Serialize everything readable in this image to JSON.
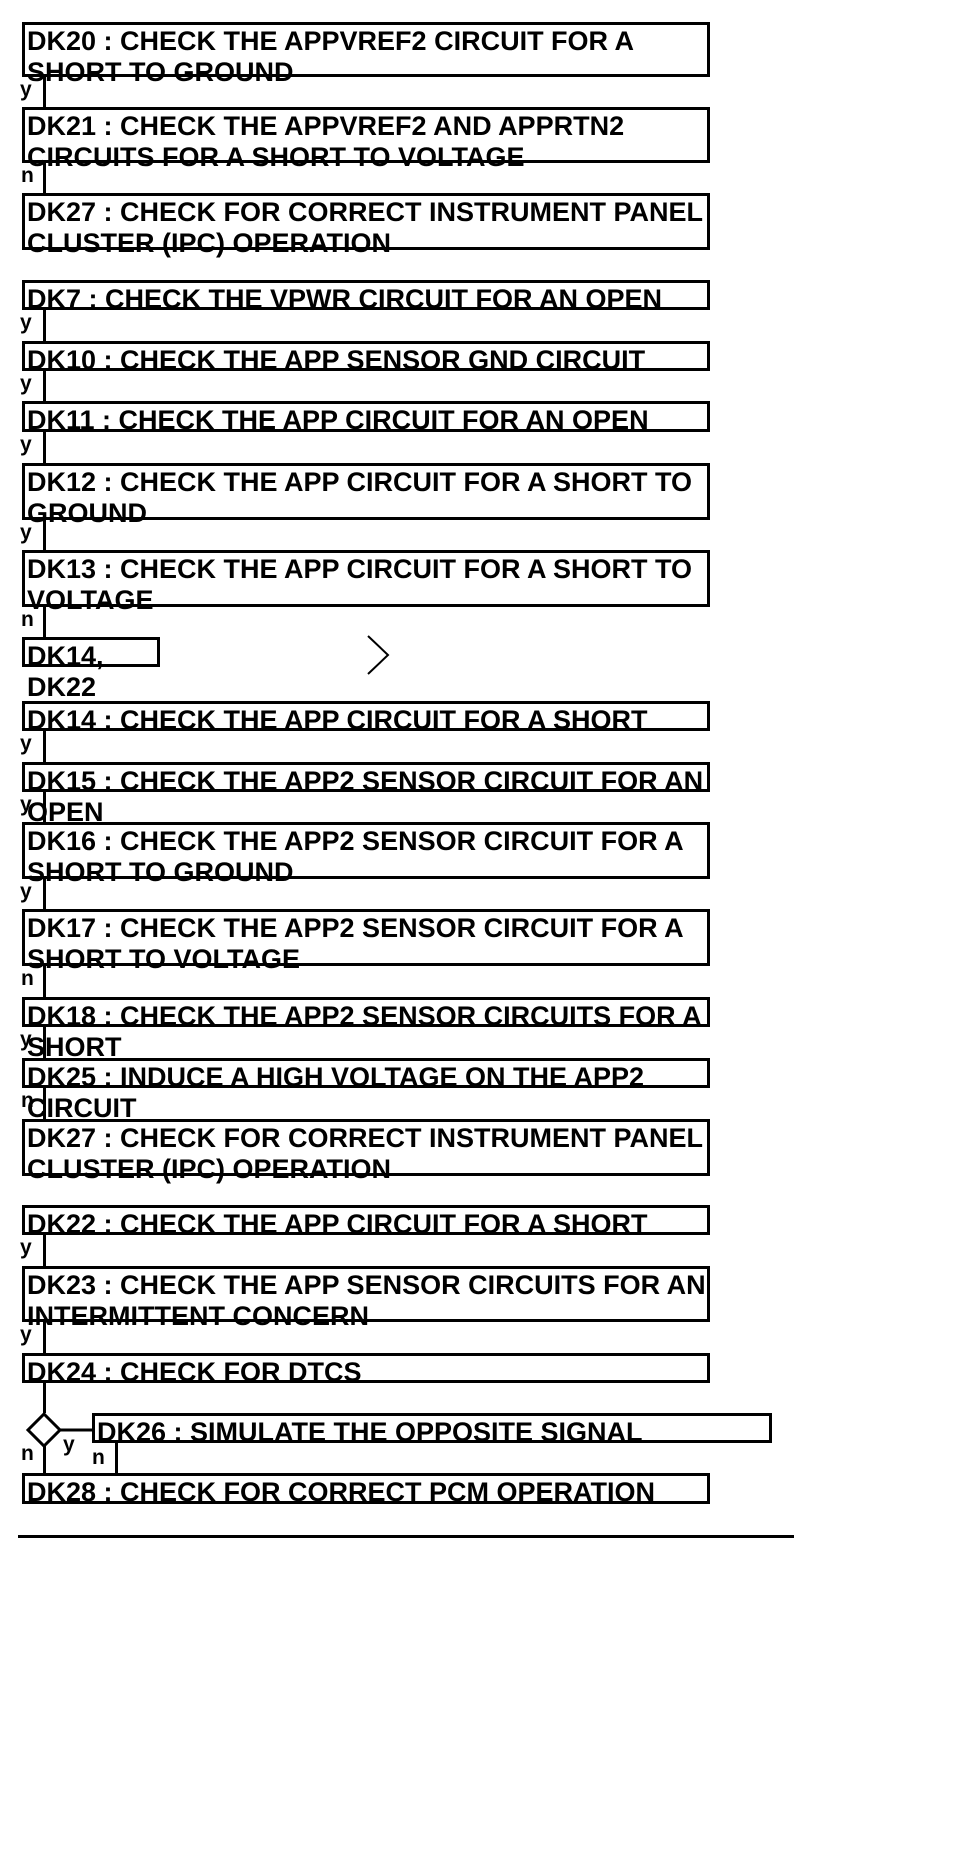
{
  "steps": {
    "dk20": "DK20 : CHECK THE APPVREF2 CIRCUIT FOR A SHORT TO GROUND",
    "dk21": "DK21 : CHECK THE APPVREF2 AND APPRTN2 CIRCUITS FOR A SHORT TO VOLTAGE",
    "dk27a": "DK27 : CHECK FOR CORRECT INSTRUMENT PANEL CLUSTER (IPC) OPERATION",
    "dk7": "DK7 : CHECK THE VPWR CIRCUIT FOR AN OPEN",
    "dk10": "DK10 : CHECK THE APP SENSOR GND CIRCUIT",
    "dk11": "DK11 : CHECK THE APP CIRCUIT FOR AN OPEN",
    "dk12": "DK12 : CHECK THE APP CIRCUIT FOR A SHORT TO GROUND",
    "dk13": "DK13 : CHECK THE APP CIRCUIT FOR A SHORT TO VOLTAGE",
    "dk14_22": "DK14, DK22",
    "dk14": "DK14 : CHECK THE APP CIRCUIT FOR A SHORT",
    "dk15": "DK15 : CHECK THE APP2 SENSOR CIRCUIT FOR AN OPEN",
    "dk16": "DK16 : CHECK THE APP2 SENSOR CIRCUIT FOR A SHORT TO GROUND",
    "dk17": "DK17 : CHECK THE APP2 SENSOR CIRCUIT FOR A SHORT TO VOLTAGE",
    "dk18": "DK18 : CHECK THE APP2 SENSOR CIRCUITS FOR A SHORT",
    "dk25": "DK25 : INDUCE A HIGH VOLTAGE ON THE APP2 CIRCUIT",
    "dk27b": "DK27 : CHECK FOR CORRECT INSTRUMENT PANEL CLUSTER (IPC) OPERATION",
    "dk22": "DK22 : CHECK THE APP CIRCUIT FOR A SHORT",
    "dk23": "DK23 : CHECK THE APP SENSOR CIRCUITS FOR AN INTERMITTENT CONCERN",
    "dk24": "DK24 : CHECK FOR DTCS",
    "dk26": "DK26 : SIMULATE THE OPPOSITE SIGNAL",
    "dk28": "DK28 : CHECK FOR CORRECT PCM OPERATION"
  },
  "labels": {
    "y": "y",
    "n": "n"
  }
}
